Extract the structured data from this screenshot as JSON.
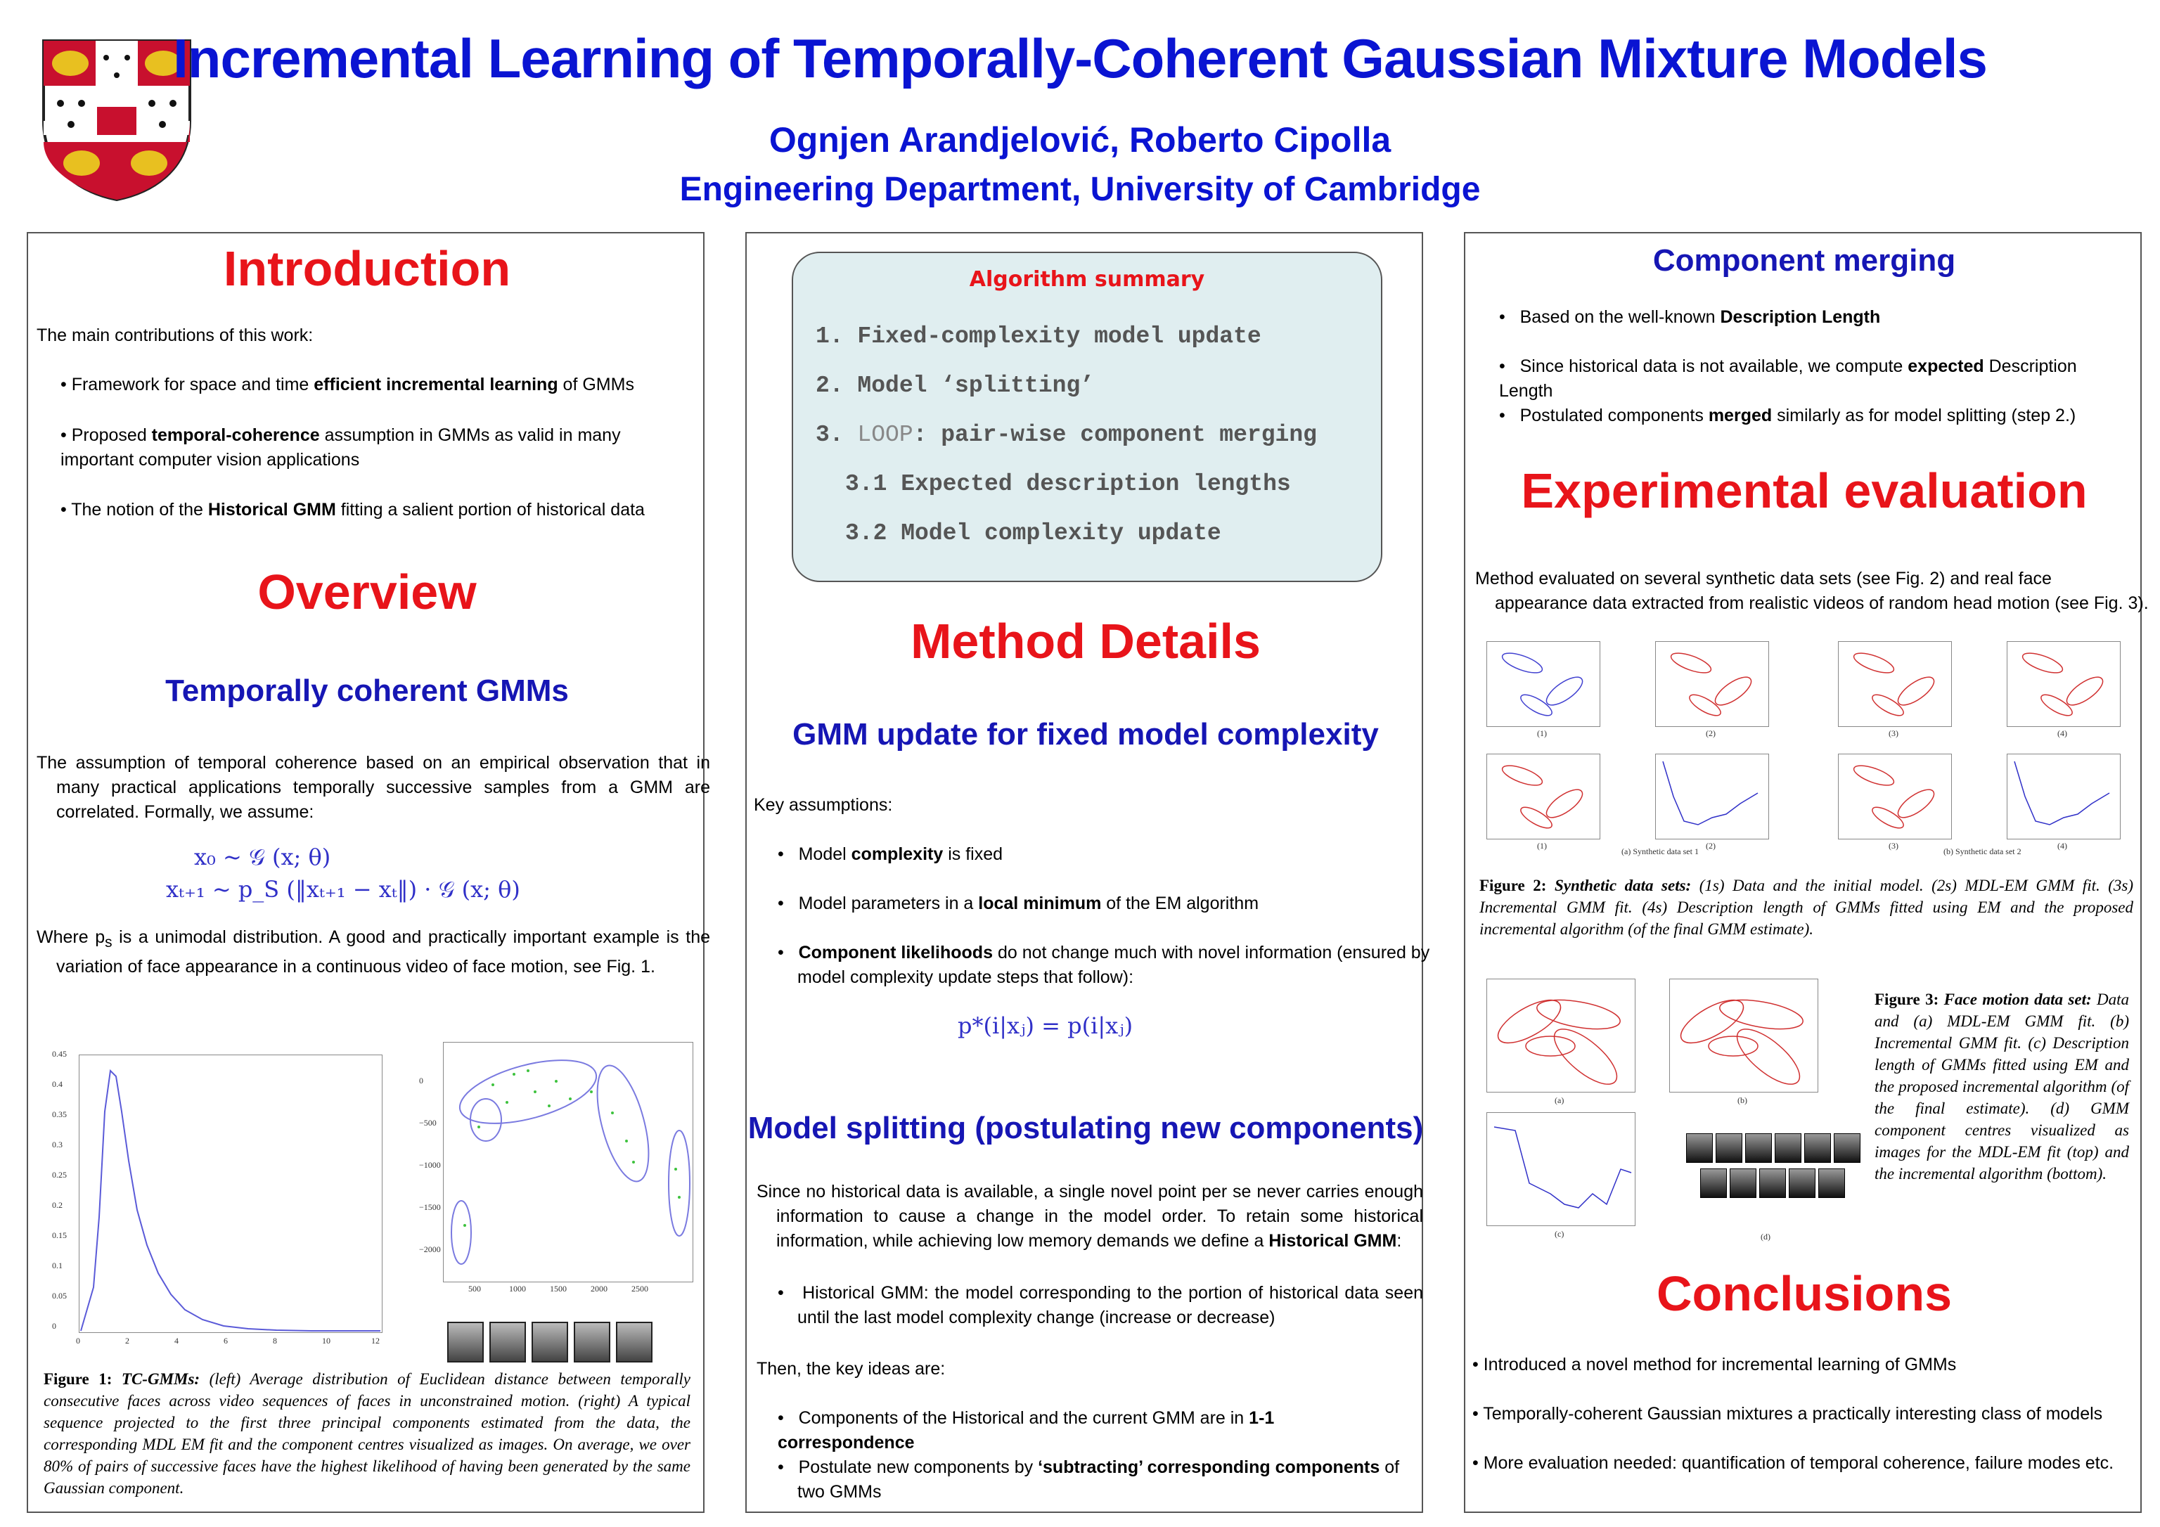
{
  "header": {
    "title": "Incremental Learning of Temporally-Coherent Gaussian Mixture Models",
    "authors": "Ognjen Arandjelović, Roberto Cipolla",
    "affiliation": "Engineering Department, University of Cambridge"
  },
  "intro": {
    "heading": "Introduction",
    "lead": "The main contributions of this work:",
    "b1a": "• Framework for space and time ",
    "b1b": "efficient incremental learning",
    "b1c": " of GMMs",
    "b2a": "• Proposed ",
    "b2b": "temporal-coherence",
    "b2c": " assumption in GMMs as valid in many important computer vision applications",
    "b3a": "• The notion of the ",
    "b3b": "Historical GMM",
    "b3c": " fitting a salient portion of historical data"
  },
  "overview": {
    "heading": "Overview",
    "sub": "Temporally coherent GMMs",
    "p1": "The assumption of temporal coherence based on an empirical observation that in many practical applications temporally successive samples from a GMM are correlated. Formally, we assume:",
    "eq1": "x₀  ~  𝒢 (x; θ)",
    "eq2": "xₜ₊₁  ~  p_S (‖xₜ₊₁ − xₜ‖) · 𝒢 (x; θ)",
    "p2a": "Where p",
    "p2sub": "s",
    "p2b": " is a unimodal distribution. A good and practically important example is the variation of face appearance in a continuous video of face motion, see Fig. 1."
  },
  "fig1": {
    "cap_label": "Figure 1:",
    "cap_name": "TC-GMMs:",
    "cap_text": " (left) Average distribution of Euclidean distance between temporally consecutive faces across video sequences of faces in unconstrained motion. (right) A typical sequence projected to the first three principal components estimated from the data, the corresponding MDL EM fit and the component centres visualized as images. On average, we over 80% of pairs of successive faces have the highest likelihood of having been generated by the same Gaussian component.",
    "yticks": [
      "0.45",
      "0.4",
      "0.35",
      "0.3",
      "0.25",
      "0.2",
      "0.15",
      "0.1",
      "0.05",
      "0"
    ],
    "xticks": [
      "0",
      "2",
      "4",
      "6",
      "8",
      "10",
      "12"
    ],
    "r_yticks": [
      "0",
      "−500",
      "−1000",
      "−1500",
      "−2000"
    ],
    "r_xticks": [
      "500",
      "1000",
      "1500",
      "2000",
      "2500"
    ]
  },
  "algo": {
    "heading": "Algorithm summary",
    "s1": "1. Fixed-complexity model update",
    "s2": "2. Model ‘splitting’",
    "s3a": "3. ",
    "s3b": "LOOP",
    "s3c": ": pair-wise component merging",
    "s31": "3.1 Expected description lengths",
    "s32": "3.2 Model complexity update"
  },
  "method": {
    "heading": "Method Details",
    "sub1": "GMM update for fixed model complexity",
    "lead": "Key assumptions:",
    "k1a": "Model ",
    "k1b": "complexity",
    "k1c": " is fixed",
    "k2a": "Model parameters in a ",
    "k2b": "local minimum",
    "k2c": " of the EM algorithm",
    "k3b": "Component likelihoods",
    "k3c": " do not change much with novel information (ensured by model complexity update steps that follow):",
    "eq": "p*(i|xⱼ) = p(i|xⱼ)",
    "sub2": "Model splitting (postulating new components)",
    "p1a": "Since no historical data is available, a single novel point per se never carries enough information to cause a change in the model order. To retain some historical information, while achieving low memory demands we define a ",
    "p1b": "Historical GMM",
    "p1c": ":",
    "h1": "Historical GMM: the model corresponding to the portion of historical data seen until the last model complexity change (increase or decrease)",
    "then": "Then, the key ideas are:",
    "i1a": "Components of the Historical and the current GMM are in ",
    "i1b": "1-1 correspondence",
    "i2a": "Postulate new components by ",
    "i2b": "‘subtracting’ corresponding components",
    "i2c": " of two GMMs"
  },
  "merge": {
    "heading": "Component merging",
    "m1a": "Based on the well-known ",
    "m1b": "Description Length",
    "m2a": "Since historical data is not available, we compute ",
    "m2b": "expected",
    "m2c": " Description Length",
    "m3a": "Postulated components ",
    "m3b": "merged",
    "m3c": " similarly as for model splitting (step 2.)"
  },
  "exp": {
    "heading": "Experimental evaluation",
    "p1": "Method evaluated on several synthetic data sets (see Fig. 2) and real face appearance data extracted from realistic videos of random head motion (see Fig. 3).",
    "fig2_l": [
      "(1)",
      "(2)",
      "(3)",
      "(4)",
      "(1)",
      "(2)",
      "(3)",
      "(4)"
    ],
    "fig2_sets": [
      "(a) Synthetic data set 1",
      "(b) Synthetic data set 2"
    ],
    "fig2_label": "Figure 2:",
    "fig2_name": "Synthetic data sets:",
    "fig2_text": " (1s) Data and the initial model. (2s) MDL-EM GMM fit. (3s) Incremental GMM fit. (4s) Description length of GMMs fitted using EM and the proposed incremental algorithm (of the final GMM estimate).",
    "fig3_l": [
      "(a)",
      "(b)",
      "(c)",
      "(d)"
    ],
    "fig3_label": "Figure 3:",
    "fig3_name": "Face motion data set:",
    "fig3_text": " Data and (a) MDL-EM GMM fit. (b) Incremental GMM fit. (c) Description length of GMMs fitted using EM and the proposed incremental algorithm (of the final estimate). (d) GMM component centres visualized as images for the MDL-EM fit (top) and the incremental algorithm (bottom)."
  },
  "concl": {
    "heading": "Conclusions",
    "c1": "• Introduced a novel method for incremental learning of GMMs",
    "c2": "• Temporally-coherent Gaussian mixtures a practically interesting class of models",
    "c3": "• More evaluation needed: quantification of temporal coherence, failure modes etc."
  },
  "colors": {
    "title_blue": "#0a14d2",
    "heading_red": "#e8141a",
    "sub_blue": "#1616b4",
    "algo_bg": "#e0eef0"
  }
}
